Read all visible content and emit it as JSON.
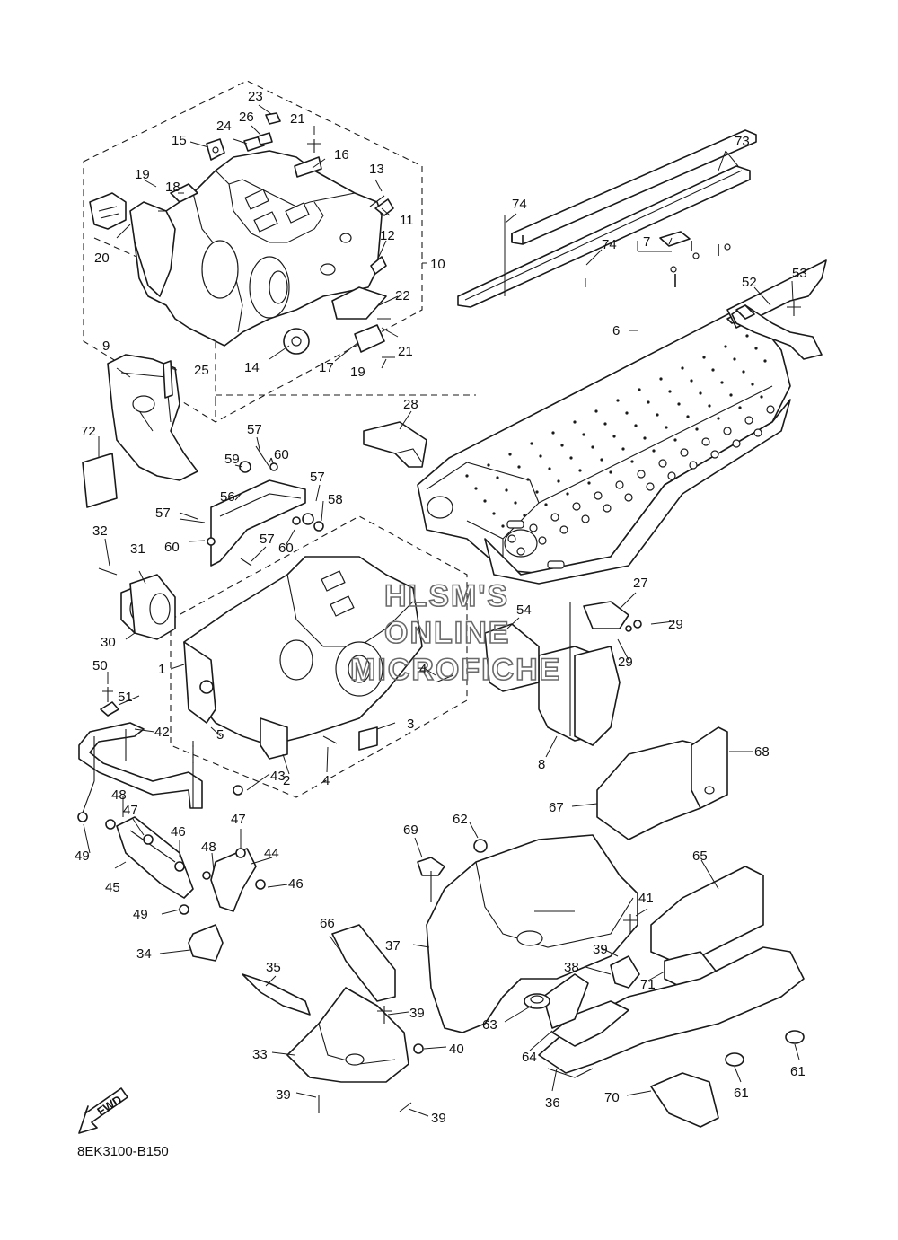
{
  "diagram_code": "8EK3100-B150",
  "watermark": [
    "HLSM'S",
    "ONLINE",
    "MICROFICHE"
  ],
  "fwd_label": "FWD",
  "callouts": [
    {
      "id": "c23",
      "label": "23"
    },
    {
      "id": "c26",
      "label": "26"
    },
    {
      "id": "c21a",
      "label": "21"
    },
    {
      "id": "c24",
      "label": "24"
    },
    {
      "id": "c15",
      "label": "15"
    },
    {
      "id": "c16",
      "label": "16"
    },
    {
      "id": "c13",
      "label": "13"
    },
    {
      "id": "c19a",
      "label": "19"
    },
    {
      "id": "c18",
      "label": "18"
    },
    {
      "id": "c20",
      "label": "20"
    },
    {
      "id": "c11",
      "label": "11"
    },
    {
      "id": "c12",
      "label": "12"
    },
    {
      "id": "c10",
      "label": "10"
    },
    {
      "id": "c22",
      "label": "22"
    },
    {
      "id": "c21b",
      "label": "21"
    },
    {
      "id": "c14",
      "label": "14"
    },
    {
      "id": "c17",
      "label": "17"
    },
    {
      "id": "c19b",
      "label": "19"
    },
    {
      "id": "c73",
      "label": "73"
    },
    {
      "id": "c74a",
      "label": "74"
    },
    {
      "id": "c74b",
      "label": "74"
    },
    {
      "id": "c7",
      "label": "7"
    },
    {
      "id": "c6",
      "label": "6"
    },
    {
      "id": "c52",
      "label": "52"
    },
    {
      "id": "c53",
      "label": "53"
    },
    {
      "id": "c9",
      "label": "9"
    },
    {
      "id": "c25",
      "label": "25"
    },
    {
      "id": "c72",
      "label": "72"
    },
    {
      "id": "c28",
      "label": "28"
    },
    {
      "id": "c57a",
      "label": "57"
    },
    {
      "id": "c59",
      "label": "59"
    },
    {
      "id": "c60a",
      "label": "60"
    },
    {
      "id": "c56",
      "label": "56"
    },
    {
      "id": "c57b",
      "label": "57"
    },
    {
      "id": "c58",
      "label": "58"
    },
    {
      "id": "c57c",
      "label": "57"
    },
    {
      "id": "c60b",
      "label": "60"
    },
    {
      "id": "c57d",
      "label": "57"
    },
    {
      "id": "c60c",
      "label": "60"
    },
    {
      "id": "c32",
      "label": "32"
    },
    {
      "id": "c31",
      "label": "31"
    },
    {
      "id": "c30",
      "label": "30"
    },
    {
      "id": "c27",
      "label": "27"
    },
    {
      "id": "c29a",
      "label": "29"
    },
    {
      "id": "c29b",
      "label": "29"
    },
    {
      "id": "c54",
      "label": "54"
    },
    {
      "id": "c1",
      "label": "1"
    },
    {
      "id": "c50",
      "label": "50"
    },
    {
      "id": "c51",
      "label": "51"
    },
    {
      "id": "c4a",
      "label": "4"
    },
    {
      "id": "c5",
      "label": "5"
    },
    {
      "id": "c3",
      "label": "3"
    },
    {
      "id": "c42",
      "label": "42"
    },
    {
      "id": "c2",
      "label": "2"
    },
    {
      "id": "c4b",
      "label": "4"
    },
    {
      "id": "c8",
      "label": "8"
    },
    {
      "id": "c68",
      "label": "68"
    },
    {
      "id": "c43",
      "label": "43"
    },
    {
      "id": "c48a",
      "label": "48"
    },
    {
      "id": "c47a",
      "label": "47"
    },
    {
      "id": "c67",
      "label": "67"
    },
    {
      "id": "c49a",
      "label": "49"
    },
    {
      "id": "c46a",
      "label": "46"
    },
    {
      "id": "c47b",
      "label": "47"
    },
    {
      "id": "c62",
      "label": "62"
    },
    {
      "id": "c69",
      "label": "69"
    },
    {
      "id": "c48b",
      "label": "48"
    },
    {
      "id": "c44",
      "label": "44"
    },
    {
      "id": "c65",
      "label": "65"
    },
    {
      "id": "c45",
      "label": "45"
    },
    {
      "id": "c46b",
      "label": "46"
    },
    {
      "id": "c49b",
      "label": "49"
    },
    {
      "id": "c41",
      "label": "41"
    },
    {
      "id": "c34",
      "label": "34"
    },
    {
      "id": "c66",
      "label": "66"
    },
    {
      "id": "c37",
      "label": "37"
    },
    {
      "id": "c39a",
      "label": "39"
    },
    {
      "id": "c38",
      "label": "38"
    },
    {
      "id": "c71",
      "label": "71"
    },
    {
      "id": "c35",
      "label": "35"
    },
    {
      "id": "c39b",
      "label": "39"
    },
    {
      "id": "c63",
      "label": "63"
    },
    {
      "id": "c64",
      "label": "64"
    },
    {
      "id": "c33",
      "label": "33"
    },
    {
      "id": "c40",
      "label": "40"
    },
    {
      "id": "c61a",
      "label": "61"
    },
    {
      "id": "c61b",
      "label": "61"
    },
    {
      "id": "c39c",
      "label": "39"
    },
    {
      "id": "c39d",
      "label": "39"
    },
    {
      "id": "c36",
      "label": "36"
    },
    {
      "id": "c70",
      "label": "70"
    }
  ]
}
